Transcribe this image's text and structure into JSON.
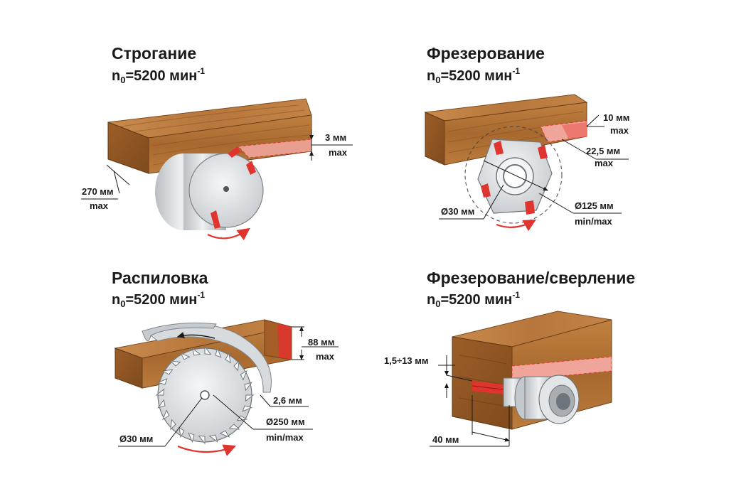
{
  "planing": {
    "title": "Строгание",
    "speed": {
      "prefix": "n",
      "sub": "0",
      "mid": "=5200 мин",
      "sup": "-1"
    },
    "depth": "3 мм",
    "depth_max": "max",
    "width": "270 мм",
    "width_max": "max"
  },
  "milling": {
    "title": "Фрезерование",
    "speed": {
      "prefix": "n",
      "sub": "0",
      "mid": "=5200 мин",
      "sup": "-1"
    },
    "depth": "10 мм",
    "depth_max": "max",
    "height": "22,5 мм",
    "height_max": "max",
    "bore": "Ø30 мм",
    "diameter": "Ø125 мм",
    "diameter_range": "min/max"
  },
  "sawing": {
    "title": "Распиловка",
    "speed": {
      "prefix": "n",
      "sub": "0",
      "mid": "=5200 мин",
      "sup": "-1"
    },
    "depth": "88 мм",
    "depth_max": "max",
    "kerf": "2,6 мм",
    "bore": "Ø30 мм",
    "diameter": "Ø250 мм",
    "diameter_range": "min/max"
  },
  "drilling": {
    "title": "Фрезерование/сверление",
    "speed": {
      "prefix": "n",
      "sub": "0",
      "mid": "=5200 мин",
      "sup": "-1"
    },
    "shank": "1,5÷13 мм",
    "depth": "40 мм"
  },
  "colors": {
    "wood": "#c8874a",
    "wood_dark": "#8a5427",
    "red": "#e0342e",
    "red_light": "#f2a49a",
    "steel": "#cfd3d6",
    "steel_dark": "#8d9499"
  }
}
